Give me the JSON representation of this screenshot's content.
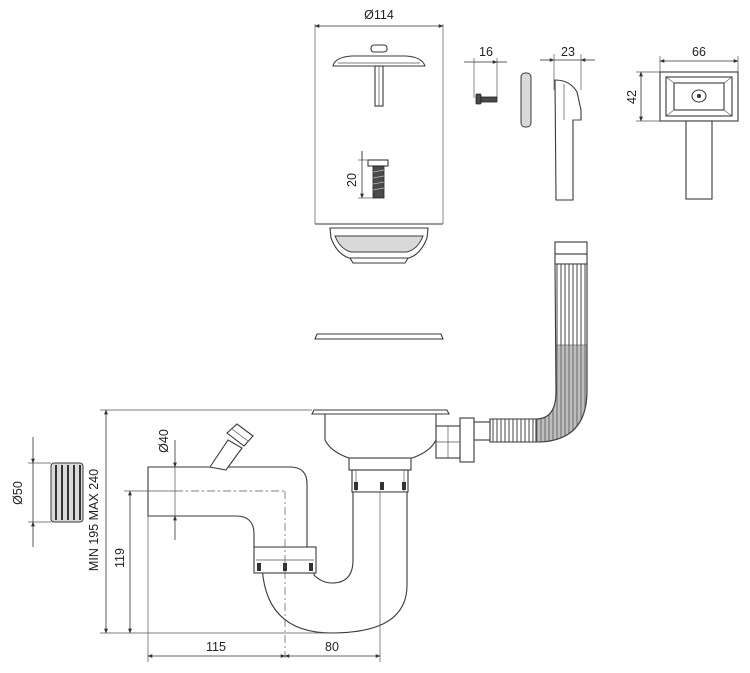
{
  "labels": {
    "strainer_diameter": "Ø114",
    "screw_len": "16",
    "cap_width": "23",
    "overflow_width": "66",
    "overflow_height": "42",
    "bolt_len": "20",
    "pipe_diameter": "Ø40",
    "outlet_diameter": "Ø50",
    "height_range": "MIN 195 MAX 240",
    "trap_depth": "119",
    "horiz_len": "115",
    "outlet_offset": "80"
  }
}
